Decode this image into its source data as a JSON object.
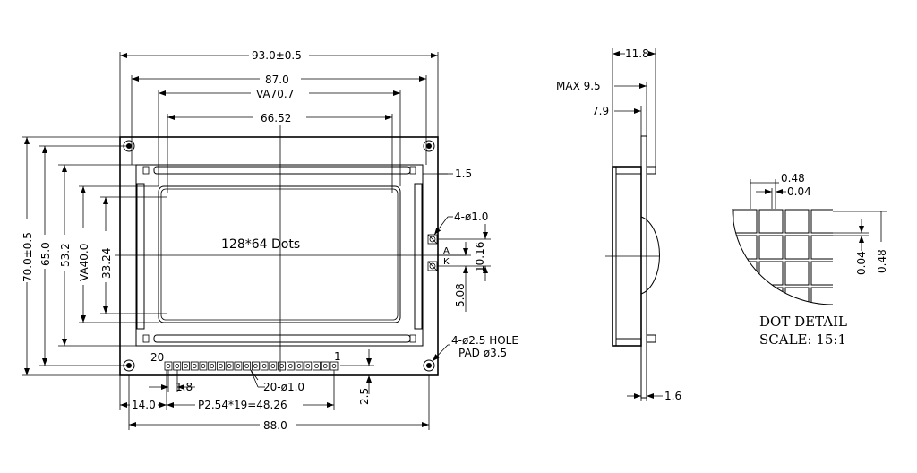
{
  "front_view": {
    "outline_width": "93.0±0.5",
    "bezel_width": "87.0",
    "viewing_area_width": "VA70.7",
    "active_area_width": "66.52",
    "outline_height": "70.0±0.5",
    "hole_pitch_height": "65.0",
    "bezel_height": "53.2",
    "viewing_area_height": "VA40.0",
    "active_area_height": "33.24",
    "display_label": "128*64 Dots",
    "frame_offset": "1.5",
    "led_pin_holes": "4-ø1.0",
    "led_pin_a": "A",
    "led_pin_k": "K",
    "led_pin_spacing": "10.16",
    "led_pin_offset": "5.08",
    "mount_holes": "4-ø2.5 HOLE",
    "mount_pad": "PAD ø3.5",
    "pin_first": "20",
    "pin_last": "1",
    "pin_hole_dia": "20-ø1.0",
    "pin_pad_size": "1.8",
    "pin_offset_vertical": "2.5",
    "pin_offset_left": "14.0",
    "pin_pitch": "P2.54*19=48.26",
    "hole_pitch_width": "88.0"
  },
  "side_view": {
    "total_thickness": "11.8",
    "max_thickness": "MAX 9.5",
    "module_thickness": "7.9",
    "pcb_thickness": "1.6"
  },
  "dot_detail": {
    "dot_pitch": "0.48",
    "dot_gap": "0.04",
    "dot_gap_vertical": "0.04",
    "dot_pitch_vertical": "0.48",
    "title": "DOT DETAIL",
    "scale": "SCALE: 15:1"
  }
}
